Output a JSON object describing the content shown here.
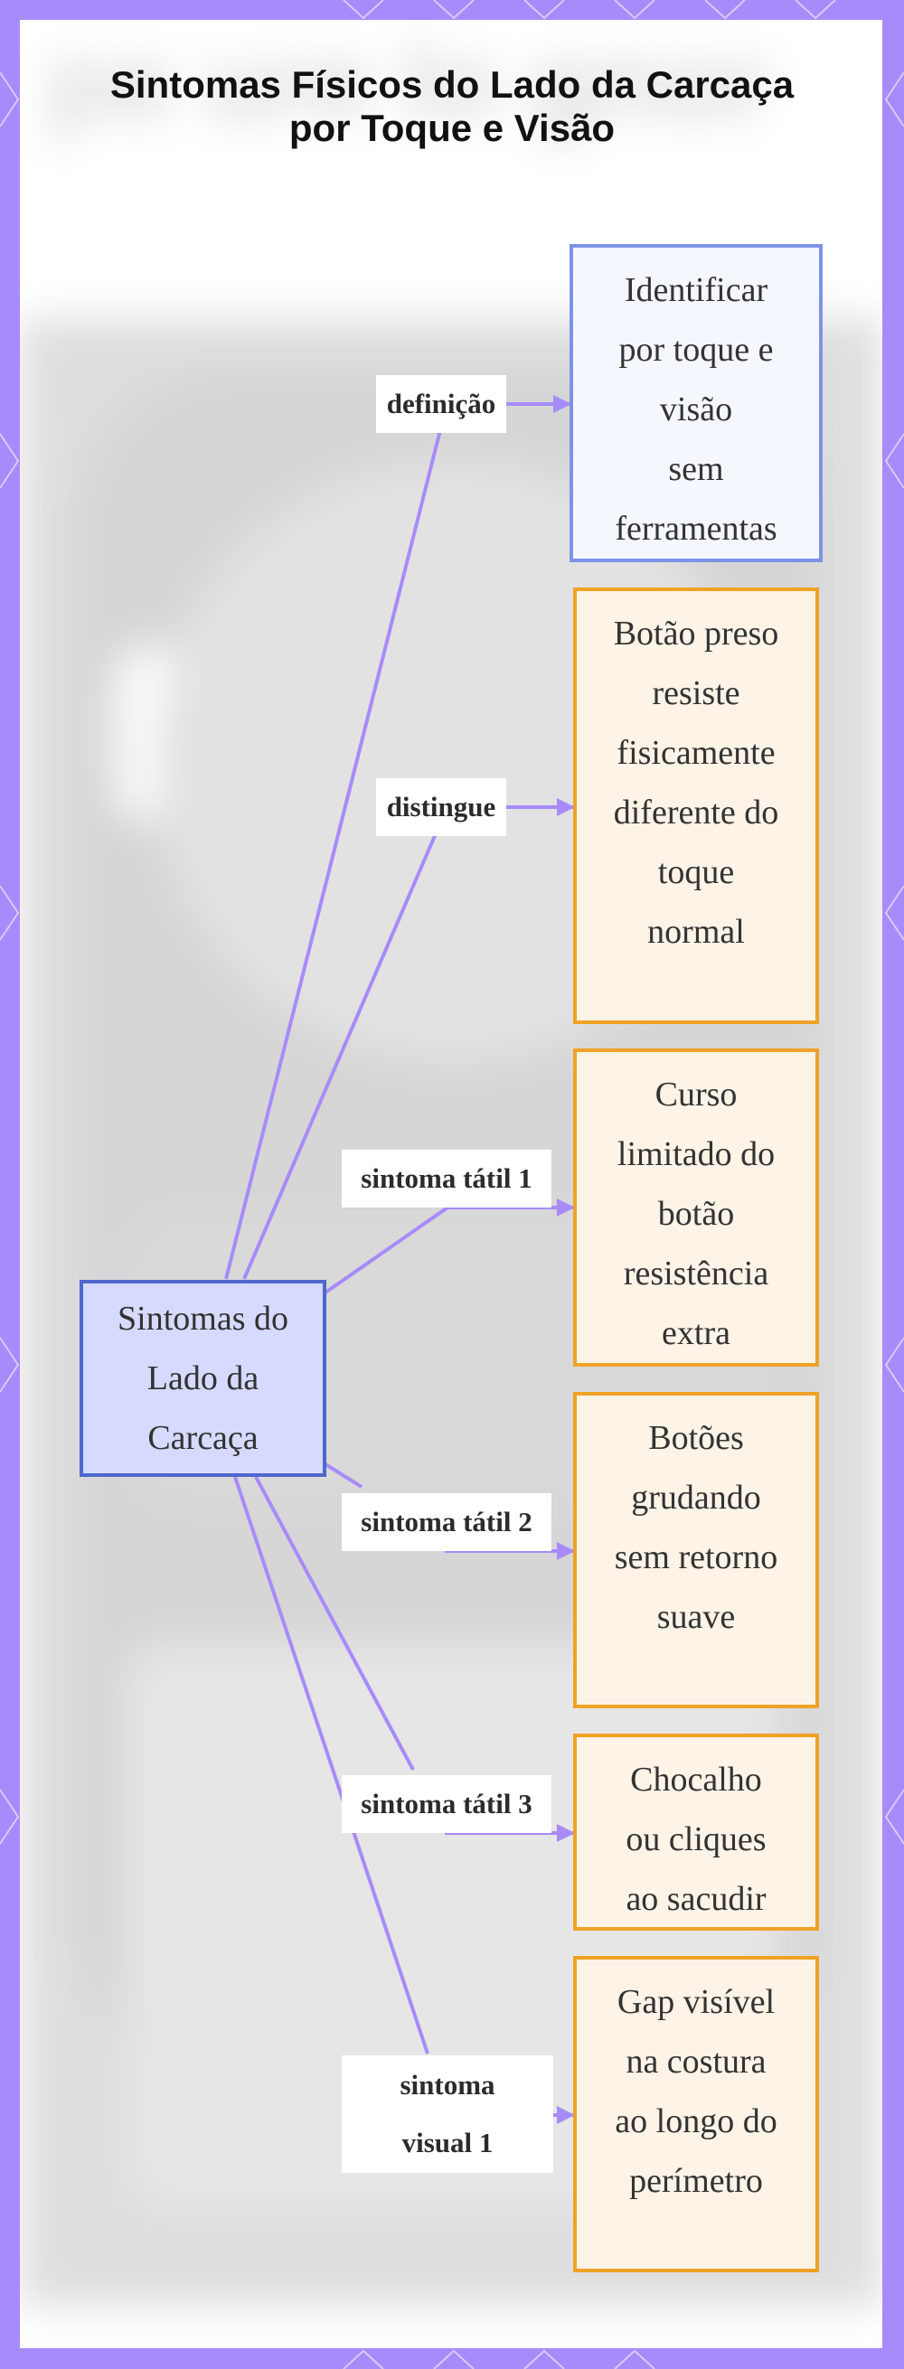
{
  "colors": {
    "frame": "#a78bfa",
    "edge": "#a78bfa",
    "root_fill": "#d6daff",
    "root_border": "#5068cc",
    "definition_fill": "#f5f7ff",
    "definition_border": "#7e93e6",
    "symptom_fill": "#fdf3e6",
    "symptom_border": "#efa226"
  },
  "diagram": {
    "title_lines": [
      "Sintomas Físicos do Lado da Carcaça",
      "por Toque e Visão"
    ],
    "root": {
      "lines": [
        "Sintomas do",
        "Lado da",
        "Carcaça"
      ]
    },
    "branches": [
      {
        "label_lines": [
          "definição"
        ],
        "target_lines": [
          "Identificar",
          "por toque e",
          "visão",
          "sem",
          "ferramentas"
        ],
        "kind": "definition"
      },
      {
        "label_lines": [
          "distingue"
        ],
        "target_lines": [
          "Botão preso",
          "resiste",
          "fisicamente",
          "diferente do",
          "toque",
          "normal"
        ],
        "kind": "symptom"
      },
      {
        "label_lines": [
          "sintoma tátil 1"
        ],
        "target_lines": [
          "Curso",
          "limitado do",
          "botão",
          "resistência",
          "extra"
        ],
        "kind": "symptom"
      },
      {
        "label_lines": [
          "sintoma tátil 2"
        ],
        "target_lines": [
          "Botões",
          "grudando",
          "sem retorno",
          "suave"
        ],
        "kind": "symptom"
      },
      {
        "label_lines": [
          "sintoma tátil 3"
        ],
        "target_lines": [
          "Chocalho",
          "ou cliques",
          "ao sacudir"
        ],
        "kind": "symptom"
      },
      {
        "label_lines": [
          "sintoma",
          "visual 1"
        ],
        "target_lines": [
          "Gap visível",
          "na costura",
          "ao longo do",
          "perímetro"
        ],
        "kind": "symptom"
      }
    ]
  }
}
